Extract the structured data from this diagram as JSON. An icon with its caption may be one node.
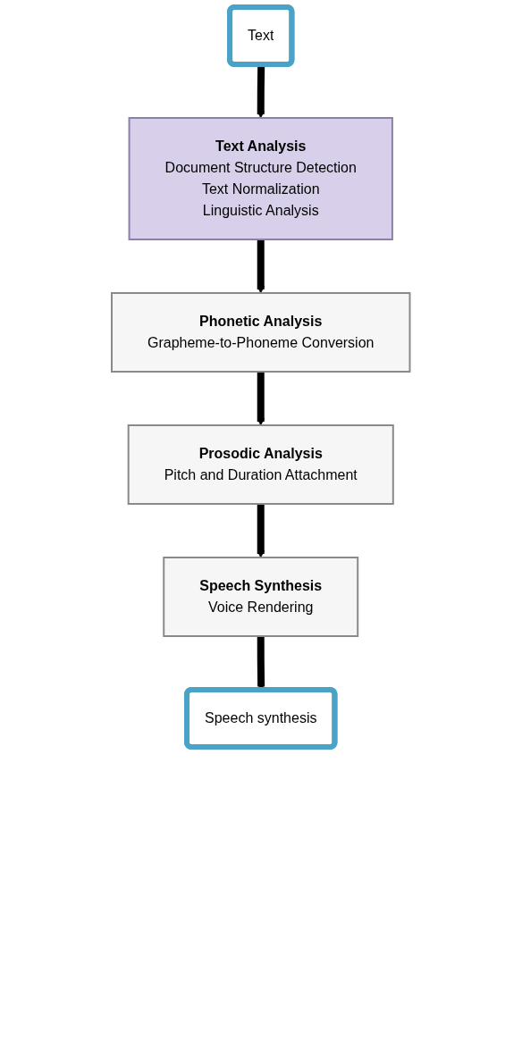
{
  "diagram": {
    "nodes": [
      {
        "text": [
          "Text"
        ]
      },
      {
        "text": [
          "Text Analysis",
          "Document Structure Detection",
          "Text Normalization",
          "Linguistic Analysis"
        ]
      },
      {
        "text": [
          "Phonetic Analysis",
          "Grapheme-to-Phoneme Conversion"
        ]
      },
      {
        "text": [
          "Prosodic Analysis",
          "Pitch and Duration Attachment"
        ]
      },
      {
        "text": [
          "Speech Synthesis",
          "Voice Rendering"
        ]
      },
      {
        "text": [
          "Speech synthesis"
        ]
      }
    ],
    "edges": [
      {
        "from": 0,
        "to": 1,
        "arrow": "to"
      },
      {
        "from": 1,
        "to": 2,
        "arrow": "to"
      },
      {
        "from": 2,
        "to": 3,
        "arrow": "to"
      },
      {
        "from": 3,
        "to": 4,
        "arrow": "to"
      },
      {
        "from": 4,
        "to": 5,
        "arrow": "to"
      }
    ]
  }
}
